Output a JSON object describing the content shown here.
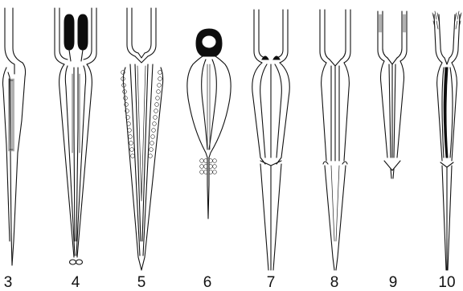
{
  "figure": {
    "panels": [
      {
        "id": "p3",
        "label": "3"
      },
      {
        "id": "p4",
        "label": "4"
      },
      {
        "id": "p5",
        "label": "5"
      },
      {
        "id": "p6",
        "label": "6"
      },
      {
        "id": "p7",
        "label": "7"
      },
      {
        "id": "p8",
        "label": "8"
      },
      {
        "id": "p9",
        "label": "9"
      },
      {
        "id": "p10",
        "label": "10"
      }
    ]
  }
}
